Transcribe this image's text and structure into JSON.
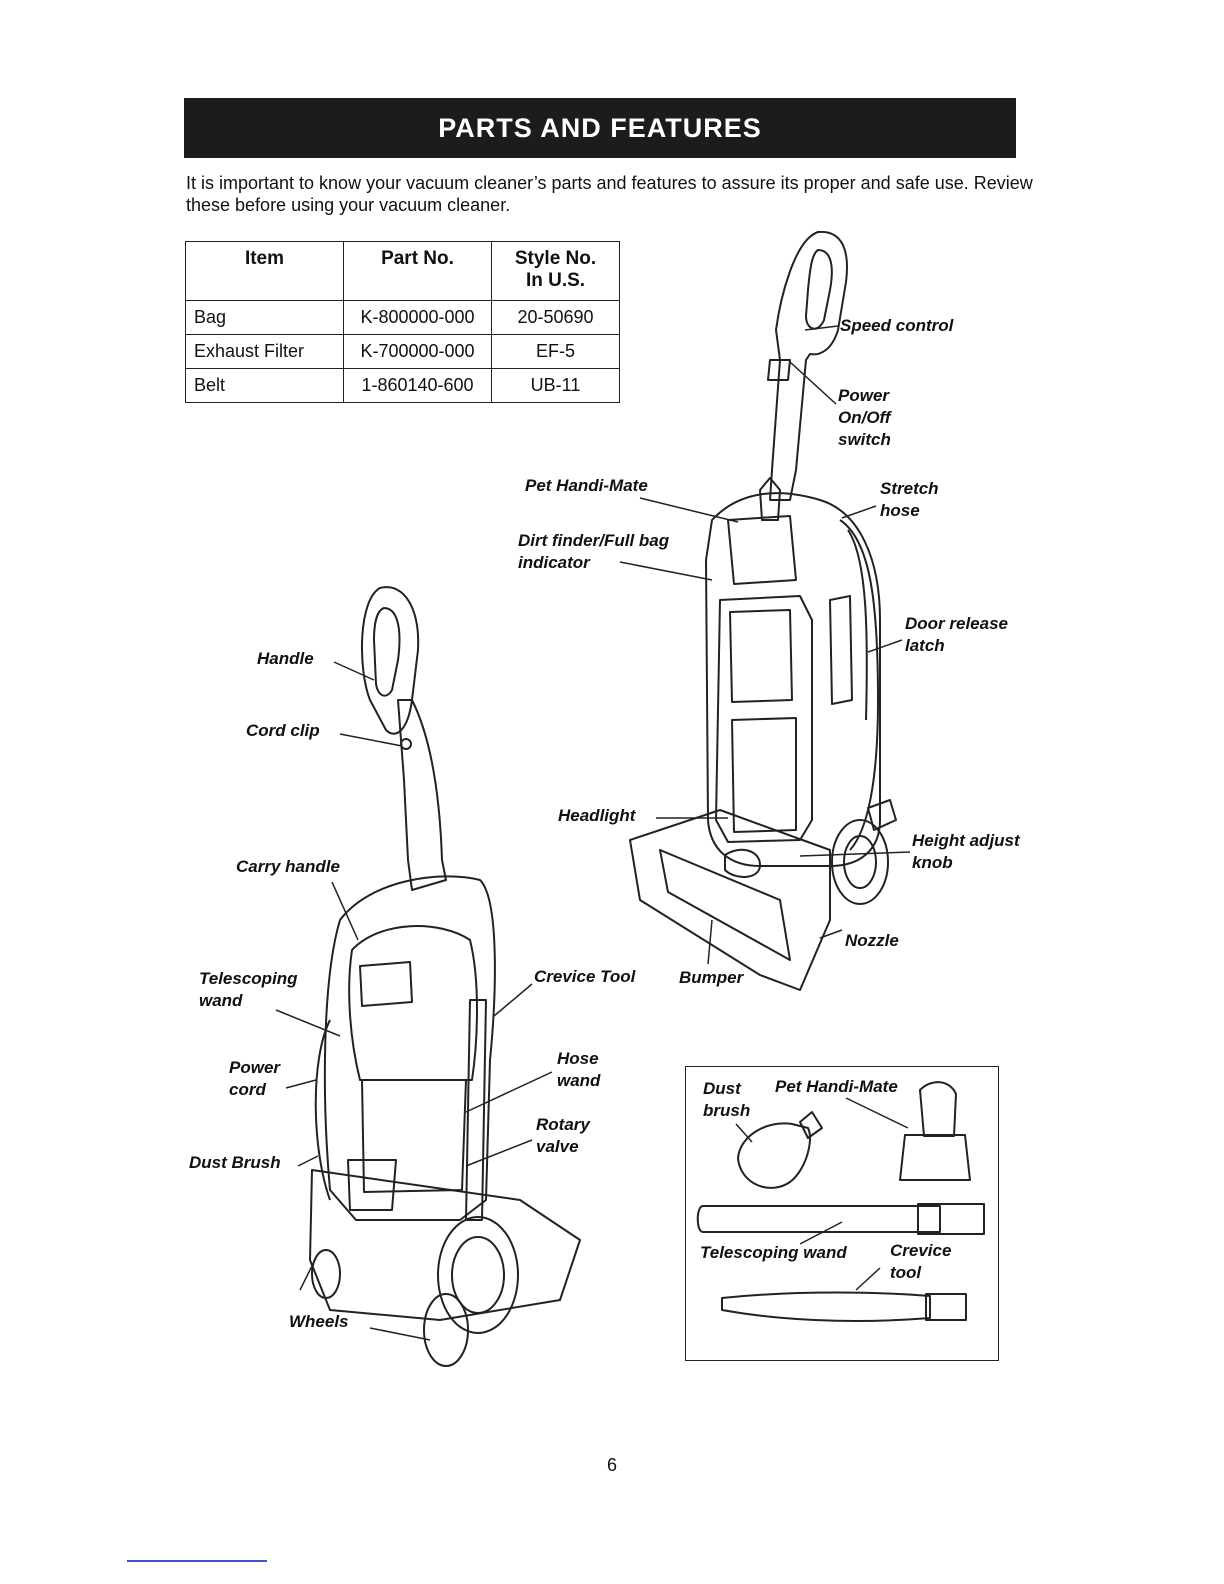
{
  "header": {
    "title": "PARTS AND FEATURES"
  },
  "intro": "It is important to know your vacuum cleaner’s parts and features to assure its proper and safe use. Review these before using your vacuum cleaner.",
  "parts_table": {
    "headers": {
      "item": "Item",
      "part_no": "Part No.",
      "style_no": "Style No.\nIn U.S."
    },
    "rows": [
      {
        "item": "Bag",
        "part_no": "K-800000-000",
        "style_no": "20-50690"
      },
      {
        "item": "Exhaust Filter",
        "part_no": "K-700000-000",
        "style_no": "EF-5"
      },
      {
        "item": "Belt",
        "part_no": "1-860140-600",
        "style_no": "UB-11"
      }
    ]
  },
  "labels": {
    "speed_control": "Speed control",
    "power_switch": "Power\nOn/Off\nswitch",
    "stretch_hose": "Stretch\nhose",
    "pet_handi_mate": "Pet Handi-Mate",
    "dirt_finder": "Dirt finder/Full bag\nindicator",
    "door_release": "Door release\nlatch",
    "handle": "Handle",
    "cord_clip": "Cord clip",
    "headlight": "Headlight",
    "height_adjust": "Height adjust\nknob",
    "carry_handle": "Carry handle",
    "nozzle": "Nozzle",
    "telescoping_wand": "Telescoping\nwand",
    "crevice_tool": "Crevice Tool",
    "bumper": "Bumper",
    "power_cord": "Power\ncord",
    "hose_wand": "Hose\nwand",
    "rotary_valve": "Rotary\nvalve",
    "dust_brush": "Dust Brush",
    "wheels": "Wheels"
  },
  "accessories": {
    "dust_brush": "Dust\nbrush",
    "pet_handi_mate": "Pet Handi-Mate",
    "telescoping_wand": "Telescoping wand",
    "crevice_tool": "Crevice\ntool"
  },
  "page_number": "6"
}
